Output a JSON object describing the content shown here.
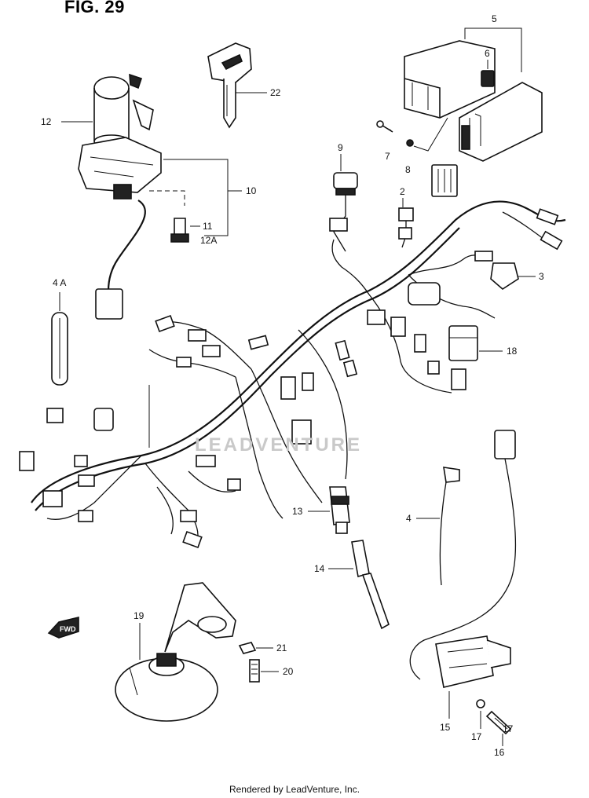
{
  "figure": {
    "title": "FIG. 29",
    "watermark": "LEADVENTURE",
    "footer": "Rendered by LeadVenture, Inc.",
    "fwd_label": "FWD"
  },
  "callouts": [
    {
      "id": "5",
      "label": "5"
    },
    {
      "id": "6",
      "label": "6"
    },
    {
      "id": "22",
      "label": "22"
    },
    {
      "id": "12",
      "label": "12"
    },
    {
      "id": "7",
      "label": "7"
    },
    {
      "id": "8",
      "label": "8"
    },
    {
      "id": "9",
      "label": "9"
    },
    {
      "id": "10",
      "label": "10"
    },
    {
      "id": "2",
      "label": "2"
    },
    {
      "id": "11",
      "label": "11"
    },
    {
      "id": "12A",
      "label": "12A"
    },
    {
      "id": "3",
      "label": "3"
    },
    {
      "id": "4A",
      "label": "4 A"
    },
    {
      "id": "18",
      "label": "18"
    },
    {
      "id": "13",
      "label": "13"
    },
    {
      "id": "4",
      "label": "4"
    },
    {
      "id": "14",
      "label": "14"
    },
    {
      "id": "19",
      "label": "19"
    },
    {
      "id": "21",
      "label": "21"
    },
    {
      "id": "20",
      "label": "20"
    },
    {
      "id": "15",
      "label": "15"
    },
    {
      "id": "17a",
      "label": "17"
    },
    {
      "id": "17b",
      "label": "17"
    },
    {
      "id": "16",
      "label": "16"
    }
  ]
}
